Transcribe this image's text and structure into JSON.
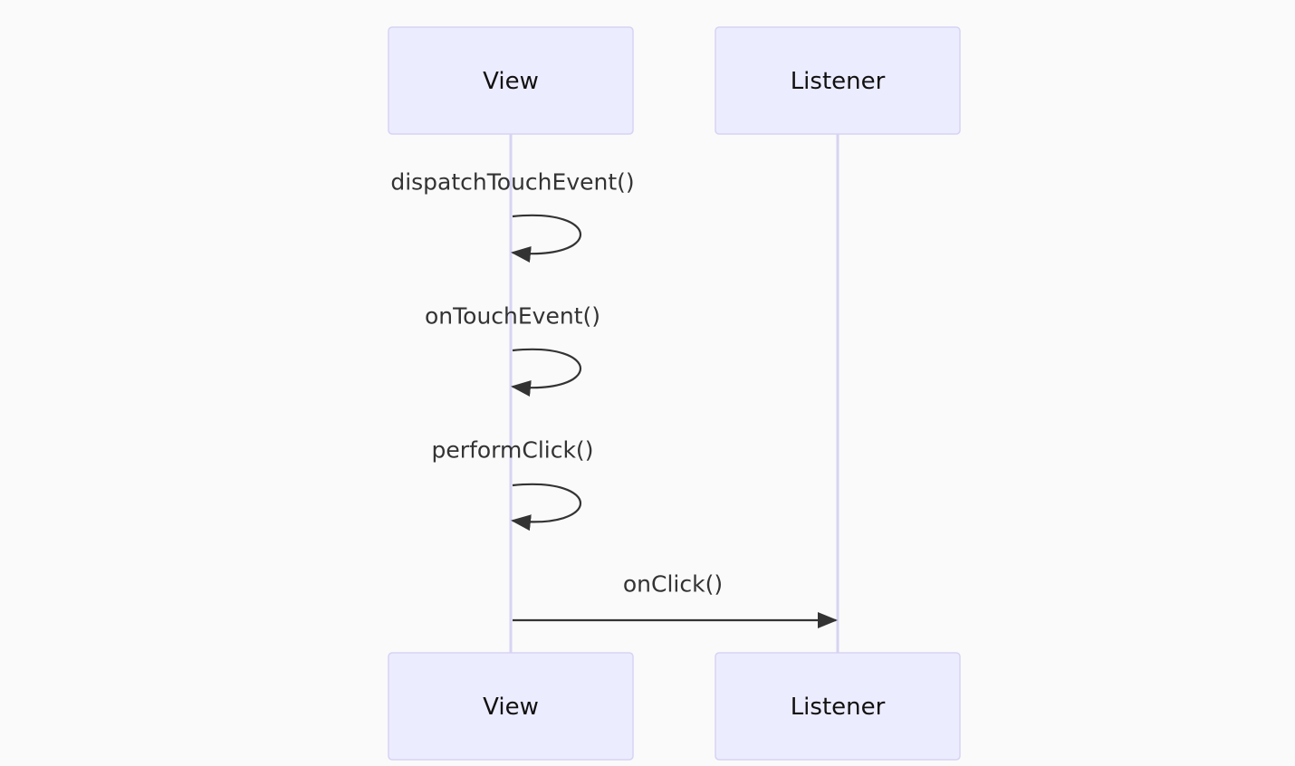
{
  "participants": [
    {
      "id": "view",
      "name": "View"
    },
    {
      "id": "listener",
      "name": "Listener"
    }
  ],
  "messages": [
    {
      "from": "view",
      "to": "view",
      "label": "dispatchTouchEvent()"
    },
    {
      "from": "view",
      "to": "view",
      "label": "onTouchEvent()"
    },
    {
      "from": "view",
      "to": "view",
      "label": "performClick()"
    },
    {
      "from": "view",
      "to": "listener",
      "label": "onClick()"
    }
  ],
  "colors": {
    "background": "#fafafa",
    "actor_fill": "#ececff",
    "actor_stroke": "#d6d3f3",
    "lifeline": "#d6d3f3",
    "message": "#333333"
  }
}
